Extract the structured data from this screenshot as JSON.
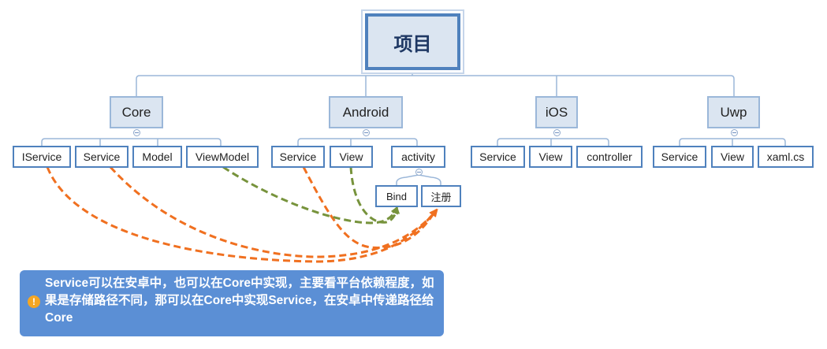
{
  "root": {
    "label": "项目"
  },
  "branches": {
    "core": {
      "label": "Core",
      "children": [
        "IService",
        "Service",
        "Model",
        "ViewModel"
      ]
    },
    "android": {
      "label": "Android",
      "children": [
        "Service",
        "View",
        "activity"
      ],
      "activity_children": [
        "Bind",
        "注册"
      ]
    },
    "ios": {
      "label": "iOS",
      "children": [
        "Service",
        "View",
        "controller"
      ]
    },
    "uwp": {
      "label": "Uwp",
      "children": [
        "Service",
        "View",
        "xaml.cs"
      ]
    }
  },
  "note": {
    "icon": "warning-icon",
    "text": "Service可以在安卓中，也可以在Core中实现，主要看平台依赖程度，如果是存储路径不同，那可以在Core中实现Service，在安卓中传递路径给Core"
  },
  "colors": {
    "node_border": "#4f81bd",
    "node_fill": "#dbe5f1",
    "connector": "#9bb7d9",
    "orange_arrow": "#f07020",
    "green_arrow": "#77933c",
    "note_fill": "#5b8fd5"
  }
}
